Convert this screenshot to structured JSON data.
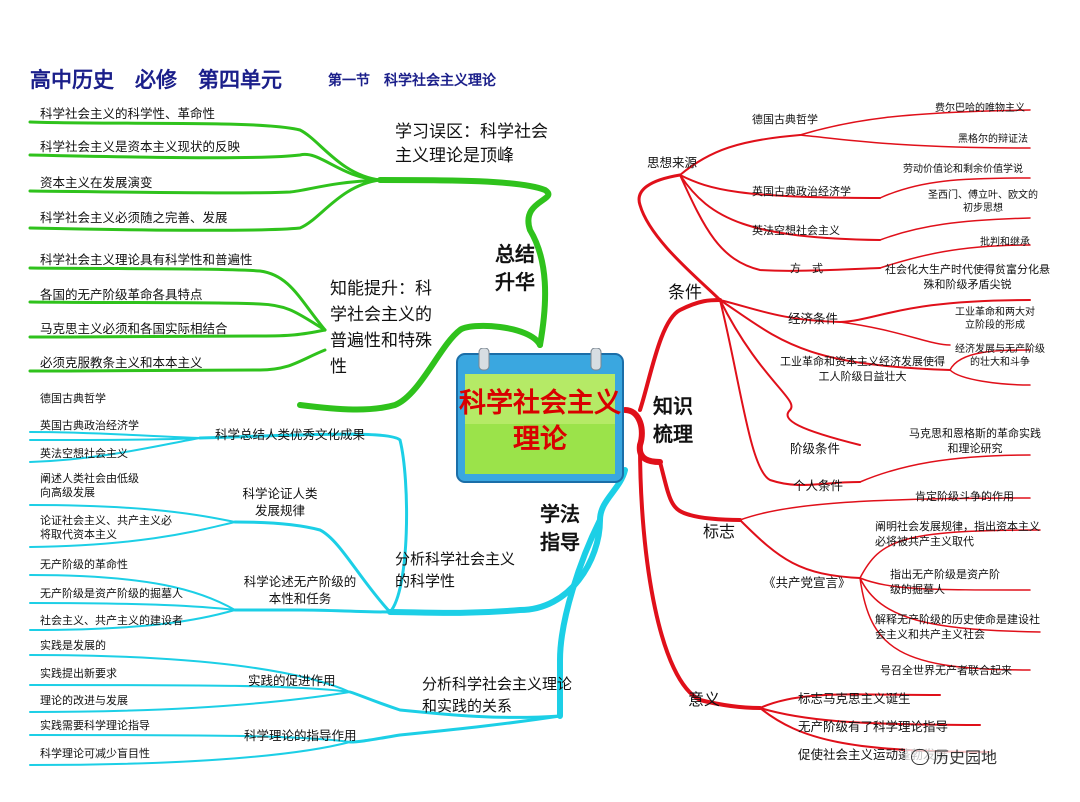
{
  "header": {
    "main": "高中历史　必修　第四单元",
    "section": "第一节　科学社会主义理论"
  },
  "center": {
    "title": "科学社会主义理论"
  },
  "branches": {
    "summary": "总结升华",
    "knowledge": "知识梳理",
    "method": "学法指导"
  },
  "summary": {
    "g1_title": "学习误区：科学社会主义理论是顶峰",
    "g1_items": [
      "科学社会主义的科学性、革命性",
      "科学社会主义是资本主义现状的反映",
      "资本主义在发展演变",
      "科学社会主义必须随之完善、发展"
    ],
    "g2_title": "知能提升：科学社会主义的普遍性和特殊性",
    "g2_items": [
      "科学社会主义理论具有科学性和普遍性",
      "各国的无产阶级革命各具特点",
      "马克思主义必须和各国实际相结合",
      "必须克服教条主义和本本主义"
    ]
  },
  "method": {
    "a_title": "分析科学社会主义的科学性",
    "a1_title": "科学总结人类优秀文化成果",
    "a1_items": [
      "德国古典哲学",
      "英国古典政治经济学",
      "英法空想社会主义"
    ],
    "a2_title": "科学论证人类发展规律",
    "a2_items": [
      "阐述人类社会由低级向高级发展",
      "论证社会主义、共产主义必将取代资本主义"
    ],
    "a3_title": "科学论述无产阶级的本性和任务",
    "a3_items": [
      "无产阶级的革命性",
      "无产阶级是资产阶级的掘墓人",
      "社会主义、共产主义的建设者"
    ],
    "b_title": "分析科学社会主义理论和实践的关系",
    "b1_title": "实践的促进作用",
    "b1_items": [
      "实践是发展的",
      "实践提出新要求",
      "理论的改进与发展"
    ],
    "b2_title": "科学理论的指导作用",
    "b2_items": [
      "实践需要科学理论指导",
      "科学理论可减少盲目性"
    ]
  },
  "knowledge": {
    "cond": "条件",
    "sources": "思想来源",
    "s1": "德国古典哲学",
    "s1a": "费尔巴哈的唯物主义",
    "s1b": "黑格尔的辩证法",
    "s2": "英国古典政治经济学",
    "s2a": "劳动价值论和剩余价值学说",
    "s3": "英法空想社会主义",
    "s3a": "圣西门、傅立叶、欧文的初步思想",
    "way": "方　式",
    "waya": "批判和继承",
    "econ": "经济条件",
    "econa": "社会化大生产时代使得贫富分化悬殊和阶级矛盾尖锐",
    "indus": "工业革命和资本主义经济发展使得工人阶级日益壮大",
    "indusa": "工业革命和两大对立阶段的形成",
    "indusb": "经济发展与无产阶级的壮大和斗争",
    "cls": "阶级条件",
    "personal": "个人条件",
    "personala": "马克思和恩格斯的革命实践和理论研究",
    "mark": "标志",
    "marka": "肯定阶级斗争的作用",
    "manifesto": "《共产党宣言》",
    "m1": "阐明社会发展规律，指出资本主义必将被共产主义取代",
    "m2": "指出无产阶级是资产阶级的掘墓人",
    "m3": "解释无产阶级的历史使命是建设社会主义和共产主义社会",
    "m4": "号召全世界无产者联合起来",
    "meaning": "意义",
    "mean1": "标志马克思主义诞生",
    "mean2": "无产阶级有了科学理论指导",
    "mean3": "促使社会主义运动蓬勃发展"
  },
  "watermark": "历史园地",
  "colors": {
    "green": "#2fc21c",
    "cyan": "#1ccfe6",
    "red": "#e0101a",
    "title": "#1b1f8a",
    "center": "#d90000"
  }
}
